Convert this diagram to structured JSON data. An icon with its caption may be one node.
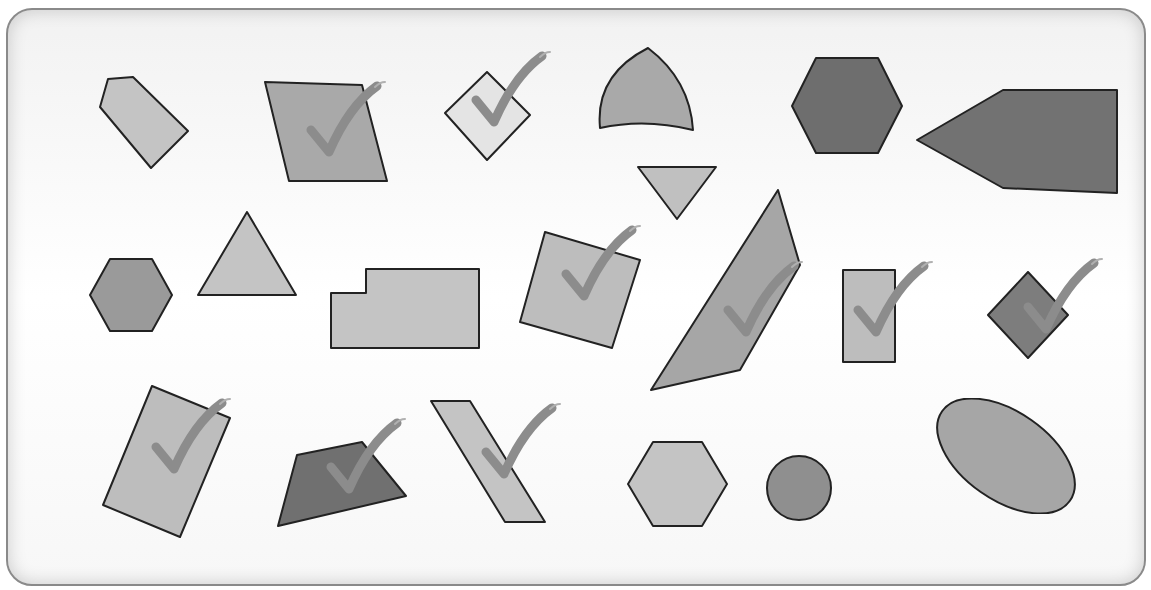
{
  "diagram": {
    "nodes": [
      {
        "text": [],
        "shape": "pentagon"
      },
      {
        "text": [],
        "shape": "quadrilateral"
      },
      {
        "text": [],
        "shape": "diamond"
      },
      {
        "text": [],
        "shape": "arch"
      },
      {
        "text": [],
        "shape": "hexagon"
      },
      {
        "text": [],
        "shape": "pentagon"
      },
      {
        "text": [],
        "shape": "triangle"
      },
      {
        "text": [],
        "shape": "hexagon"
      },
      {
        "text": [],
        "shape": "triangle"
      },
      {
        "text": [],
        "shape": "hexagon"
      },
      {
        "text": [],
        "shape": "square"
      },
      {
        "text": [],
        "shape": "quadrilateral"
      },
      {
        "text": [],
        "shape": "rectangle"
      },
      {
        "text": [],
        "shape": "diamond"
      },
      {
        "text": [],
        "shape": "rectangle"
      },
      {
        "text": [],
        "shape": "trapezoid"
      },
      {
        "text": [],
        "shape": "parallelogram"
      },
      {
        "text": [],
        "shape": "hexagon"
      },
      {
        "text": [],
        "shape": "circle"
      },
      {
        "text": [],
        "shape": "ellipse"
      }
    ]
  }
}
